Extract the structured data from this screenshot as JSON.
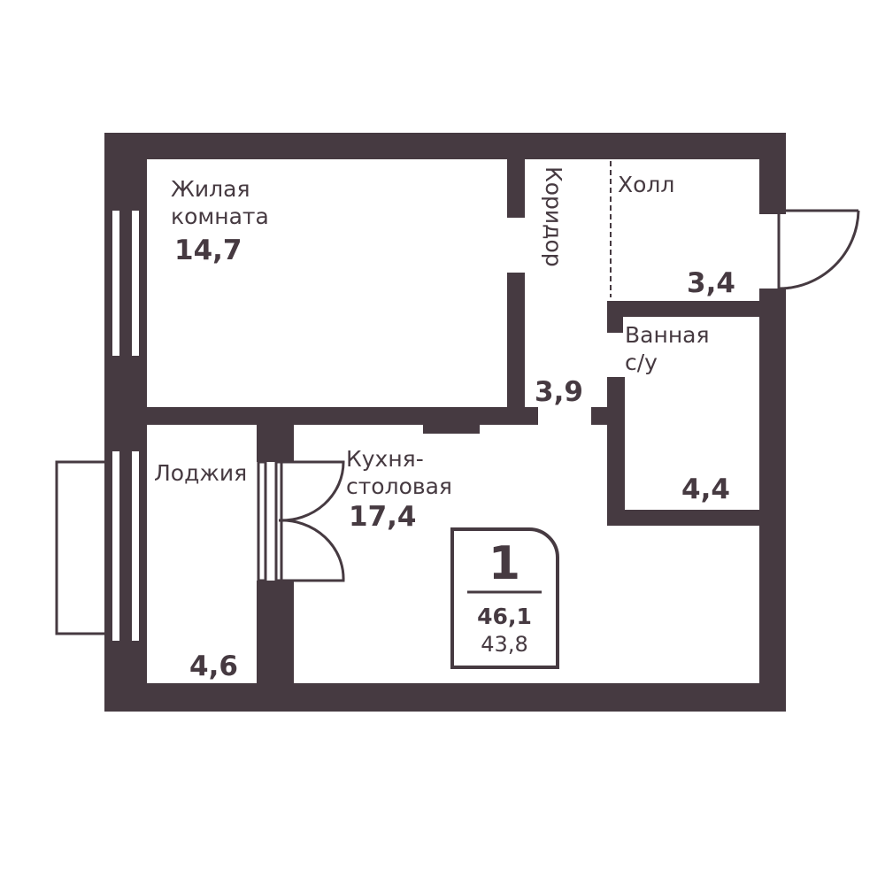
{
  "colors": {
    "wall": "#463a41",
    "background": "#ffffff"
  },
  "rooms": {
    "living": {
      "name_line1": "Жилая",
      "name_line2": "комната",
      "area": "14,7"
    },
    "corridor": {
      "name": "Коридор",
      "area": "3,9"
    },
    "hall": {
      "name": "Холл",
      "area": "3,4"
    },
    "bathroom": {
      "name_line1": "Ванная",
      "name_line2": "с/у",
      "area": "4,4"
    },
    "loggia": {
      "name": "Лоджия",
      "area": "4,6"
    },
    "kitchen": {
      "name_line1": "Кухня-",
      "name_line2": "столовая",
      "area": "17,4"
    }
  },
  "badge": {
    "rooms": "1",
    "total_area": "46,1",
    "living_area": "43,8"
  }
}
